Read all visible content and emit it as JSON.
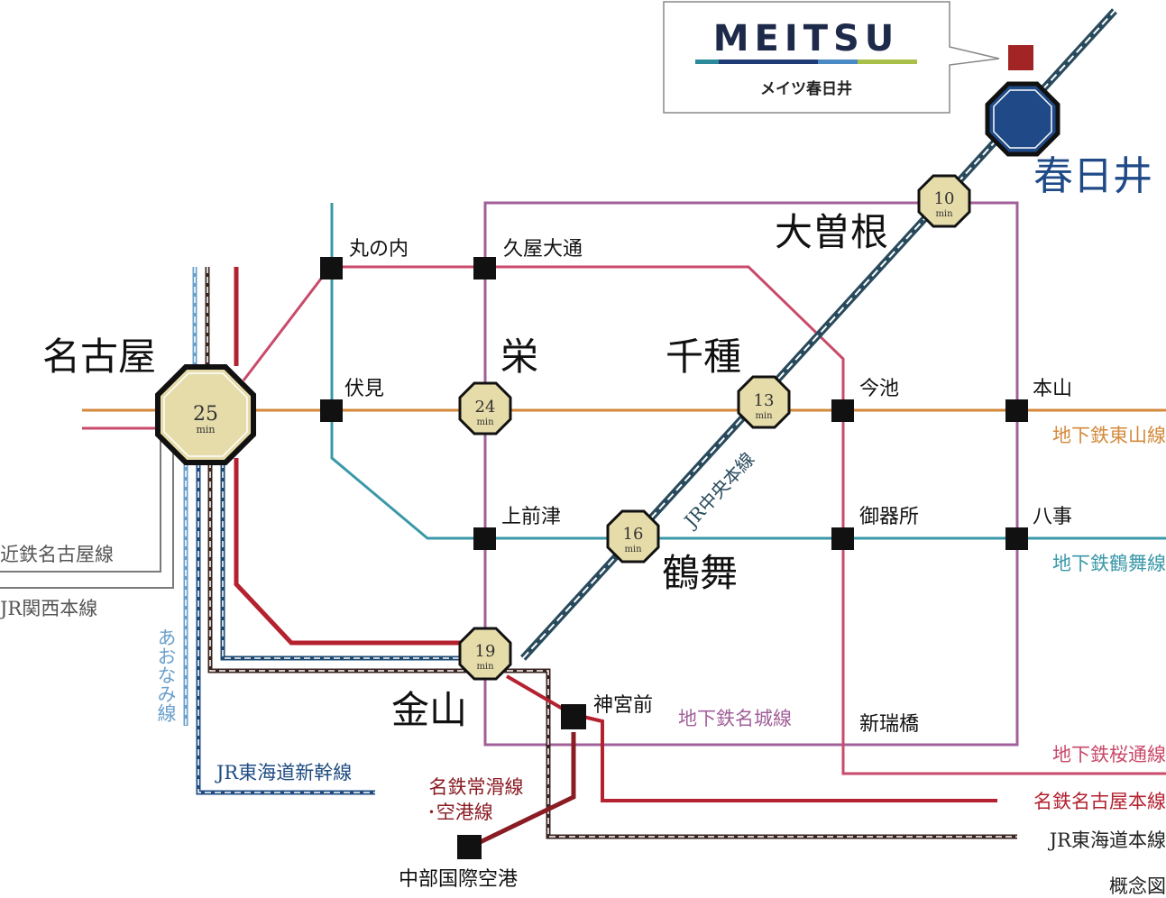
{
  "brand": {
    "logo_text": "MEITSU",
    "property_name": "メイツ春日井"
  },
  "major_stations": {
    "kasugai": "春日井",
    "ozone": "大曽根",
    "nagoya": "名古屋",
    "sakae": "栄",
    "chikusa": "千種",
    "tsurumai": "鶴舞",
    "kanayama": "金山"
  },
  "travel_times": {
    "nagoya": {
      "value": "25",
      "unit": "min"
    },
    "sakae": {
      "value": "24",
      "unit": "min"
    },
    "chikusa": {
      "value": "13",
      "unit": "min"
    },
    "ozone": {
      "value": "10",
      "unit": "min"
    },
    "tsurumai": {
      "value": "16",
      "unit": "min"
    },
    "kanayama": {
      "value": "19",
      "unit": "min"
    }
  },
  "stations": {
    "marunouchi": "丸の内",
    "hisaya_odori": "久屋大通",
    "fushimi": "伏見",
    "imaike": "今池",
    "motoyama": "本山",
    "kamimaezu": "上前津",
    "gokiso": "御器所",
    "yagoto": "八事",
    "jingumae": "神宮前",
    "shin_mizuhobashi": "新瑞橋",
    "centrair": "中部国際空港"
  },
  "lines": {
    "higashiyama": "地下鉄東山線",
    "tsurumai": "地下鉄鶴舞線",
    "meijo": "地下鉄名城線",
    "sakura_dori": "地下鉄桜通線",
    "meitetsu_nagoya": "名鉄名古屋本線",
    "jr_tokaido": "JR東海道本線",
    "jr_chuo": "JR中央本線",
    "jr_shinkansen": "JR東海道新幹線",
    "aonami": "あおなみ線",
    "kintetsu": "近鉄名古屋線",
    "jr_kansai": "JR関西本線",
    "meitetsu_tokoname_1": "名鉄常滑線",
    "meitetsu_tokoname_2": "･空港線"
  },
  "note": "概念図",
  "colors": {
    "higashiyama": "#d4893a",
    "tsurumai": "#3a98a8",
    "meijo": "#a2609a",
    "sakura_dori": "#c94a6a",
    "meitetsu": "#b4212f",
    "meitetsu_dark": "#8a1c24",
    "jr_navy": "#1e4a72",
    "shinkansen": "#1d4b80",
    "aonami": "#6aa0cc",
    "jr_dark": "#3a2420",
    "chuo": "#284a5c",
    "gray": "#7a7a7a",
    "kasugai": "#1f4a87",
    "marker": "#a32424",
    "octagon": "#e6dcaa",
    "logo_green": "#a8c048",
    "logo_teal": "#2a8a9a",
    "logo_navy": "#1e3b78",
    "logo_blue": "#4a8ac4"
  }
}
